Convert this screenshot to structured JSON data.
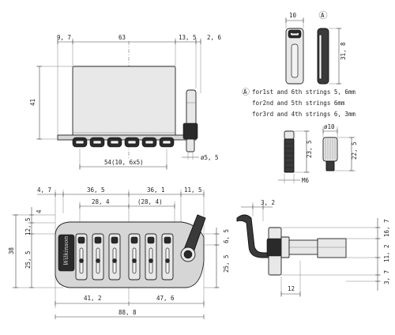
{
  "top_view": {
    "dims": [
      "9, 7",
      "63",
      "13, 5",
      "2, 6",
      "41",
      "54(10, 6x5)",
      "ø5, 5"
    ]
  },
  "bottom_view": {
    "dims_top": [
      "4, 7",
      "36, 5",
      "36, 1",
      "11, 5",
      "28, 4",
      "(28, 4)"
    ],
    "dims_left": [
      "4",
      "12, 5",
      "38",
      "25, 5"
    ],
    "dims_right": [
      "6, 5",
      "25, 5"
    ],
    "dims_bottom": [
      "41, 2",
      "47, 6",
      "88, 8"
    ],
    "brand": "Wilkinson"
  },
  "saddle": {
    "dims": [
      "10",
      "31, 8"
    ],
    "marker": "A"
  },
  "note": {
    "marker": "A",
    "lines": [
      "for1st and 6th strings 5, 6mm",
      "for2nd and 5th strings 6mm",
      "for3rd and 4th strings 6, 3mm"
    ]
  },
  "screw": {
    "dims": [
      "23, 5",
      "M6"
    ]
  },
  "knob": {
    "dims": [
      "ø10",
      "22, 5"
    ]
  },
  "side_view": {
    "dims": [
      "3, 2",
      "16, 7",
      "11, 2",
      "3, 7",
      "12"
    ]
  }
}
